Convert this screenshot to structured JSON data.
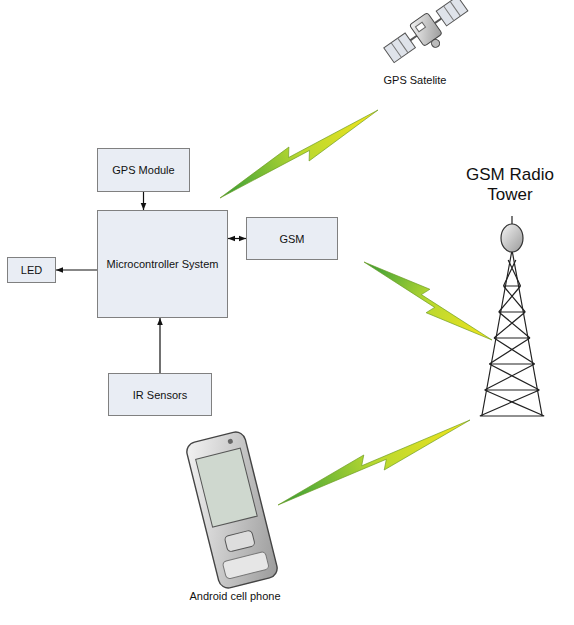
{
  "diagram": {
    "nodes": [
      {
        "text": [
          "GPS Module"
        ]
      },
      {
        "text": [
          "Microcontroller System"
        ]
      },
      {
        "text": [
          "GSM"
        ]
      },
      {
        "text": [
          "LED"
        ]
      },
      {
        "text": [
          "IR Sensors"
        ]
      }
    ],
    "edges": [
      {
        "from": 0,
        "to": 1,
        "arrow": "to"
      },
      {
        "from": 1,
        "to": 3,
        "arrow": "to"
      },
      {
        "from": 4,
        "to": 1,
        "arrow": "to"
      },
      {
        "from": 1,
        "to": 2,
        "arrow": "both"
      }
    ],
    "labels": [
      "GPS Satelite",
      "GSM Radio Tower",
      "Android cell phone"
    ]
  }
}
